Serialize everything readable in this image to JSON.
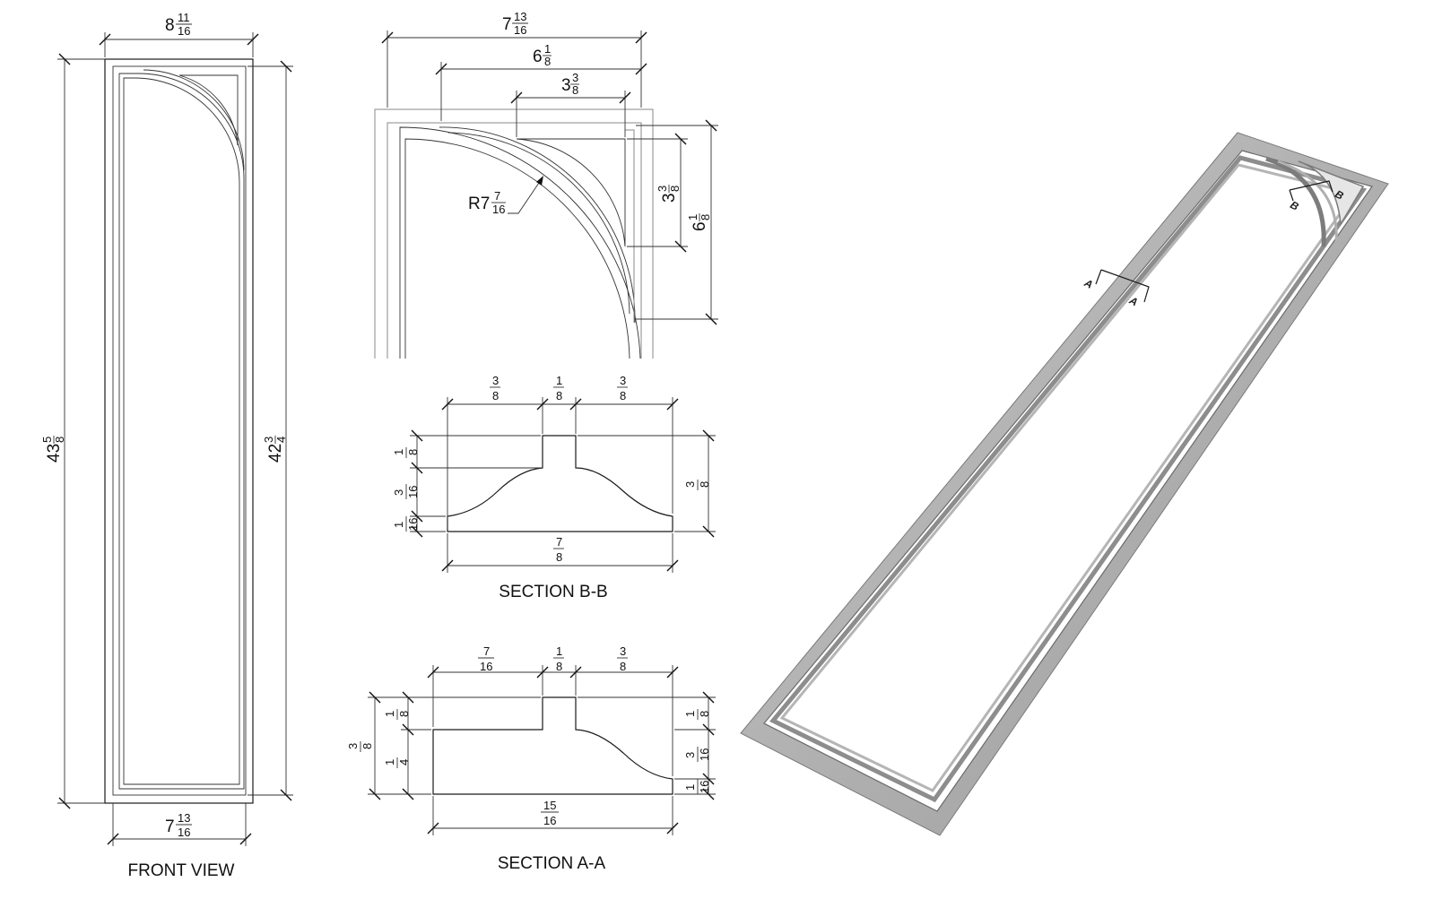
{
  "front_view": {
    "caption": "FRONT VIEW",
    "dims": {
      "top_width": {
        "whole": "8",
        "num": "11",
        "den": "16"
      },
      "bottom_width": {
        "whole": "7",
        "num": "13",
        "den": "16"
      },
      "overall_height": {
        "whole": "43",
        "num": "5",
        "den": "8"
      },
      "inner_height": {
        "whole": "42",
        "num": "3",
        "den": "4"
      }
    }
  },
  "corner_detail": {
    "dims": {
      "top_overall": {
        "whole": "7",
        "num": "13",
        "den": "16"
      },
      "top_arc": {
        "whole": "6",
        "num": "1",
        "den": "8"
      },
      "top_inner": {
        "whole": "3",
        "num": "3",
        "den": "8"
      },
      "right_inner": {
        "whole": "3",
        "num": "3",
        "den": "8"
      },
      "right_arc": {
        "whole": "6",
        "num": "1",
        "den": "8"
      },
      "radius": {
        "prefix": "R7",
        "num": "7",
        "den": "16"
      }
    }
  },
  "section_bb": {
    "caption": "SECTION B-B",
    "dims": {
      "top_left": {
        "num": "3",
        "den": "8"
      },
      "top_mid": {
        "num": "1",
        "den": "8"
      },
      "top_right": {
        "num": "3",
        "den": "8"
      },
      "left_1": {
        "num": "1",
        "den": "8"
      },
      "left_2": {
        "num": "3",
        "den": "16"
      },
      "left_3": {
        "num": "1",
        "den": "16"
      },
      "right_h": {
        "num": "3",
        "den": "8"
      },
      "bottom": {
        "num": "7",
        "den": "8"
      }
    }
  },
  "section_aa": {
    "caption": "SECTION A-A",
    "dims": {
      "top_left": {
        "num": "7",
        "den": "16"
      },
      "top_mid": {
        "num": "1",
        "den": "8"
      },
      "top_right": {
        "num": "3",
        "den": "8"
      },
      "left_outer": {
        "num": "3",
        "den": "8"
      },
      "left_1": {
        "num": "1",
        "den": "8"
      },
      "left_2": {
        "num": "1",
        "den": "4"
      },
      "right_1": {
        "num": "1",
        "den": "8"
      },
      "right_2": {
        "num": "3",
        "den": "16"
      },
      "right_3": {
        "num": "1",
        "den": "16"
      },
      "bottom": {
        "num": "15",
        "den": "16"
      }
    }
  },
  "iso_view": {
    "section_marks": [
      "A",
      "A",
      "B",
      "B"
    ]
  },
  "colors": {
    "line": "#1a1a1a",
    "frame_gray": "#a8a8a8",
    "frame_dark": "#6e6e6e"
  }
}
